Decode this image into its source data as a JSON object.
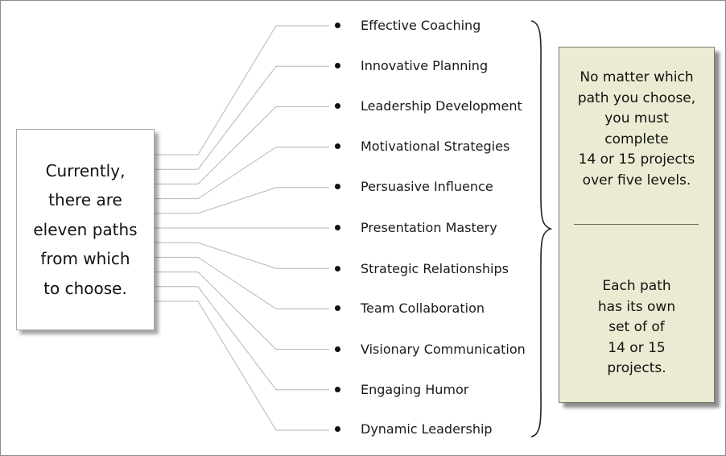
{
  "intro": {
    "lines": [
      "Currently,",
      "there are",
      "eleven paths",
      "from which",
      "to choose."
    ]
  },
  "paths": [
    "Effective Coaching",
    "Innovative Planning",
    "Leadership Development",
    "Motivational Strategies",
    "Persuasive Influence",
    "Presentation Mastery",
    "Strategic Relationships",
    "Team Collaboration",
    "Visionary Communication",
    "Engaging Humor",
    "Dynamic Leadership"
  ],
  "summary": {
    "top_text": "No matter which\npath you choose,\nyou must\ncomplete\n14 or 15 projects\nover five levels.",
    "bottom_text": "Each path\nhas its own\nset of of\n14 or 15\nprojects."
  },
  "colors": {
    "summary_background": "#ebebd3",
    "connector_lines": "#b5b5b5"
  }
}
